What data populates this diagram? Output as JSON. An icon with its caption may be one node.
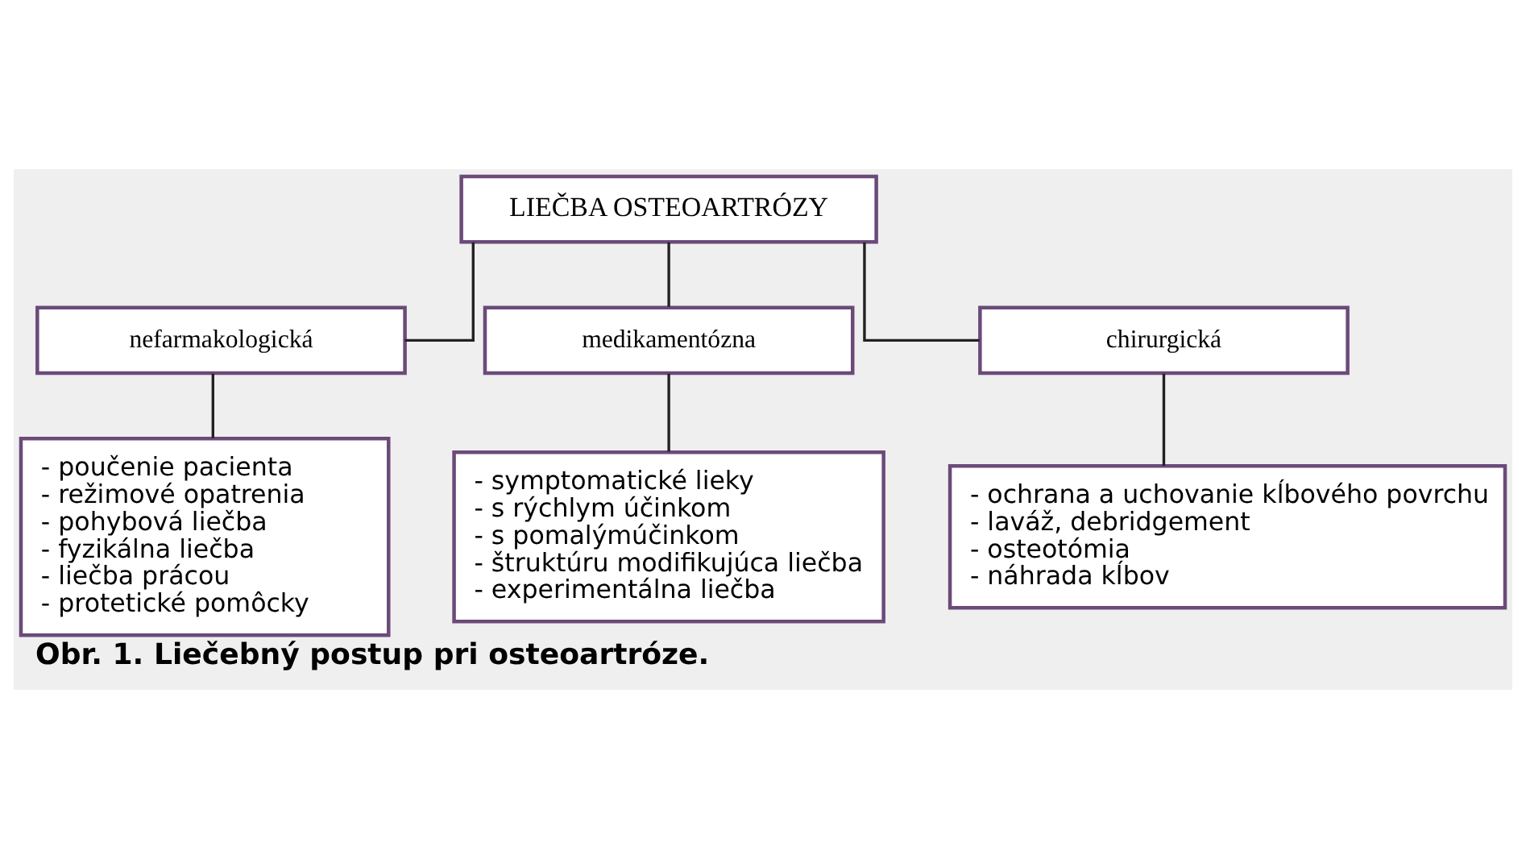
{
  "diagram": {
    "caption": "Obr. 1. Liečebný postup pri osteoartróze.",
    "nodes": [
      {
        "text": [
          "LIEČBA OSTEOARTRÓZY"
        ]
      },
      {
        "text": [
          "nefarmakologická"
        ]
      },
      {
        "text": [
          "medikamentózna"
        ]
      },
      {
        "text": [
          "chirurgická"
        ]
      },
      {
        "text": [
          "- poučenie pacienta",
          "- režimové opatrenia",
          "- pohybová liečba",
          "- fyzikálna liečba",
          "- liečba prácou",
          "- protetické pomôcky"
        ]
      },
      {
        "text": [
          "- symptomatické lieky",
          "- s rýchlym účinkom",
          "- s pomalýmúčinkom",
          "- štruktúru modifikujúca liečba",
          "- experimentálna liečba"
        ]
      },
      {
        "text": [
          "- ochrana a uchovanie kĺbového povrchu",
          "- laváž, debridgement",
          "- osteotómia",
          "- náhrada kĺbov"
        ]
      }
    ],
    "edges": [
      {
        "from": 0,
        "to": 1,
        "arrow": "none"
      },
      {
        "from": 0,
        "to": 2,
        "arrow": "none"
      },
      {
        "from": 0,
        "to": 3,
        "arrow": "none"
      },
      {
        "from": 1,
        "to": 4,
        "arrow": "none"
      },
      {
        "from": 2,
        "to": 5,
        "arrow": "none"
      },
      {
        "from": 3,
        "to": 6,
        "arrow": "none"
      }
    ]
  }
}
